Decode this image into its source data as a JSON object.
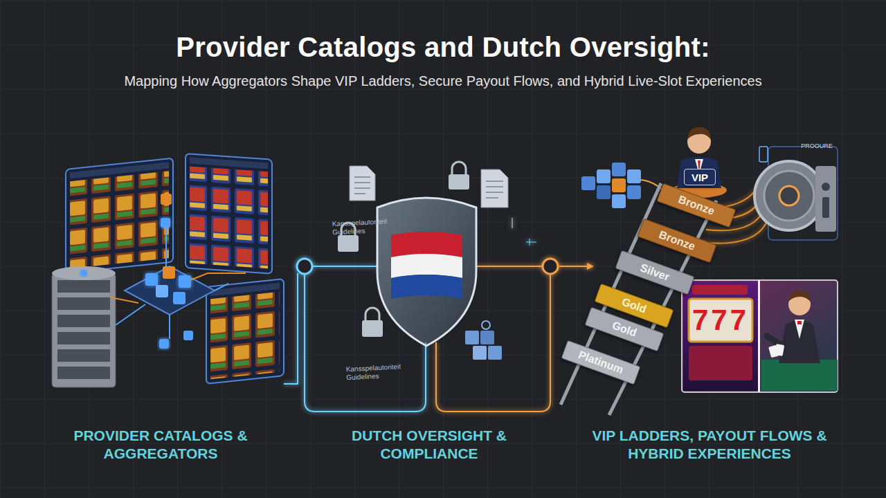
{
  "diagram": {
    "title": "Provider Catalogs and Dutch Oversight:",
    "nodes": [
      {
        "text": [
          "VIP"
        ]
      },
      {
        "text": [
          "Bronze"
        ]
      },
      {
        "text": [
          "Bronze"
        ]
      },
      {
        "text": [
          "Silver"
        ]
      },
      {
        "text": [
          "Gold"
        ]
      },
      {
        "text": [
          "Gold"
        ]
      },
      {
        "text": [
          "Platinum"
        ]
      }
    ],
    "labels": [
      "Mapping How Aggregators Shape VIP Ladders, Secure Payout Flows, and Hybrid Live-Slot Experiences",
      "Kansspelautoriteit Guidelines",
      "Kansspelautoriteit Guidelines",
      "PROOURE",
      "777",
      "PROVIDER CATALOGS & AGGREGATORS",
      "DUTCH OVERSIGHT & COMPLIANCE",
      "VIP LADDERS, PAYOUT FLOWS & HYBRID EXPERIENCES"
    ]
  }
}
